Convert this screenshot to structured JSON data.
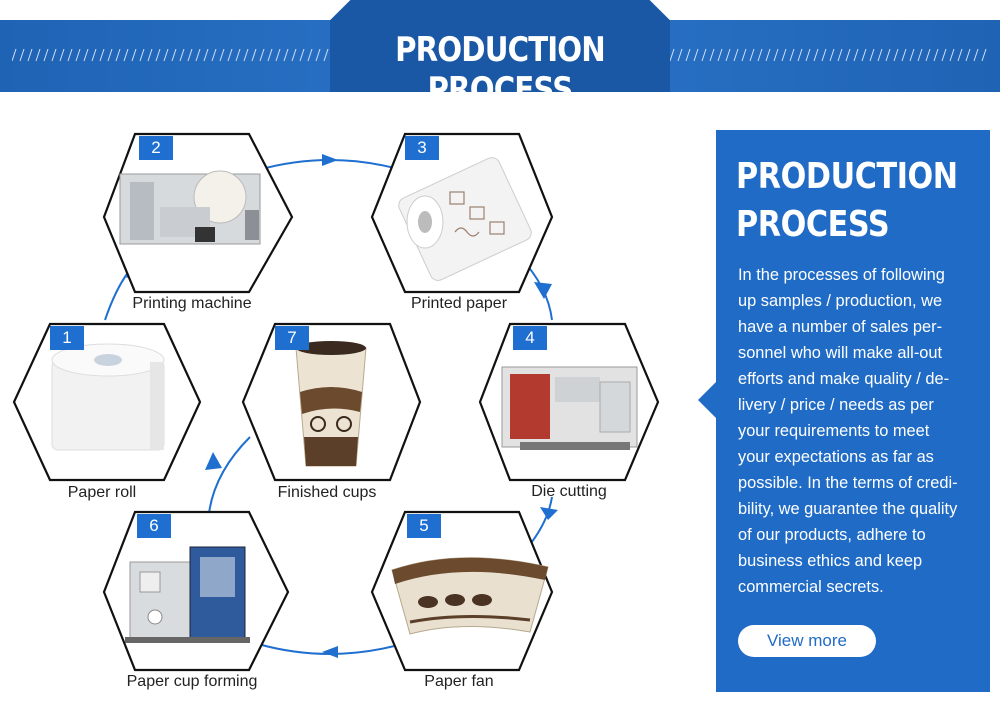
{
  "header": {
    "title": "PRODUCTION PROCESS",
    "hatch": "////////////////////////////////////////"
  },
  "steps": [
    {
      "number": "1",
      "label": "Paper roll"
    },
    {
      "number": "2",
      "label": "Printing machine"
    },
    {
      "number": "3",
      "label": "Printed paper"
    },
    {
      "number": "4",
      "label": "Die cutting"
    },
    {
      "number": "5",
      "label": "Paper fan"
    },
    {
      "number": "6",
      "label": "Paper cup forming"
    },
    {
      "number": "7",
      "label": "Finished cups"
    }
  ],
  "panel": {
    "title_line1": "PRODUCTION",
    "title_line2": "PROCESS",
    "body_lines": [
      "In the processes of following",
      "up samples / production, we",
      "have a number of sales per-",
      "sonnel who will make all-out",
      "efforts and make quality / de-",
      "livery / price / needs as per",
      "your requirements to meet",
      "your expectations as far as",
      "possible. In the terms of credi-",
      "bility, we guarantee the quality",
      "of our products, adhere to",
      "business ethics and keep",
      "commercial secrets."
    ],
    "button_label": "View more"
  },
  "colors": {
    "brand_blue": "#1f6bc6",
    "header_blue": "#1a5aa7",
    "badge_blue": "#1f6fd0"
  }
}
